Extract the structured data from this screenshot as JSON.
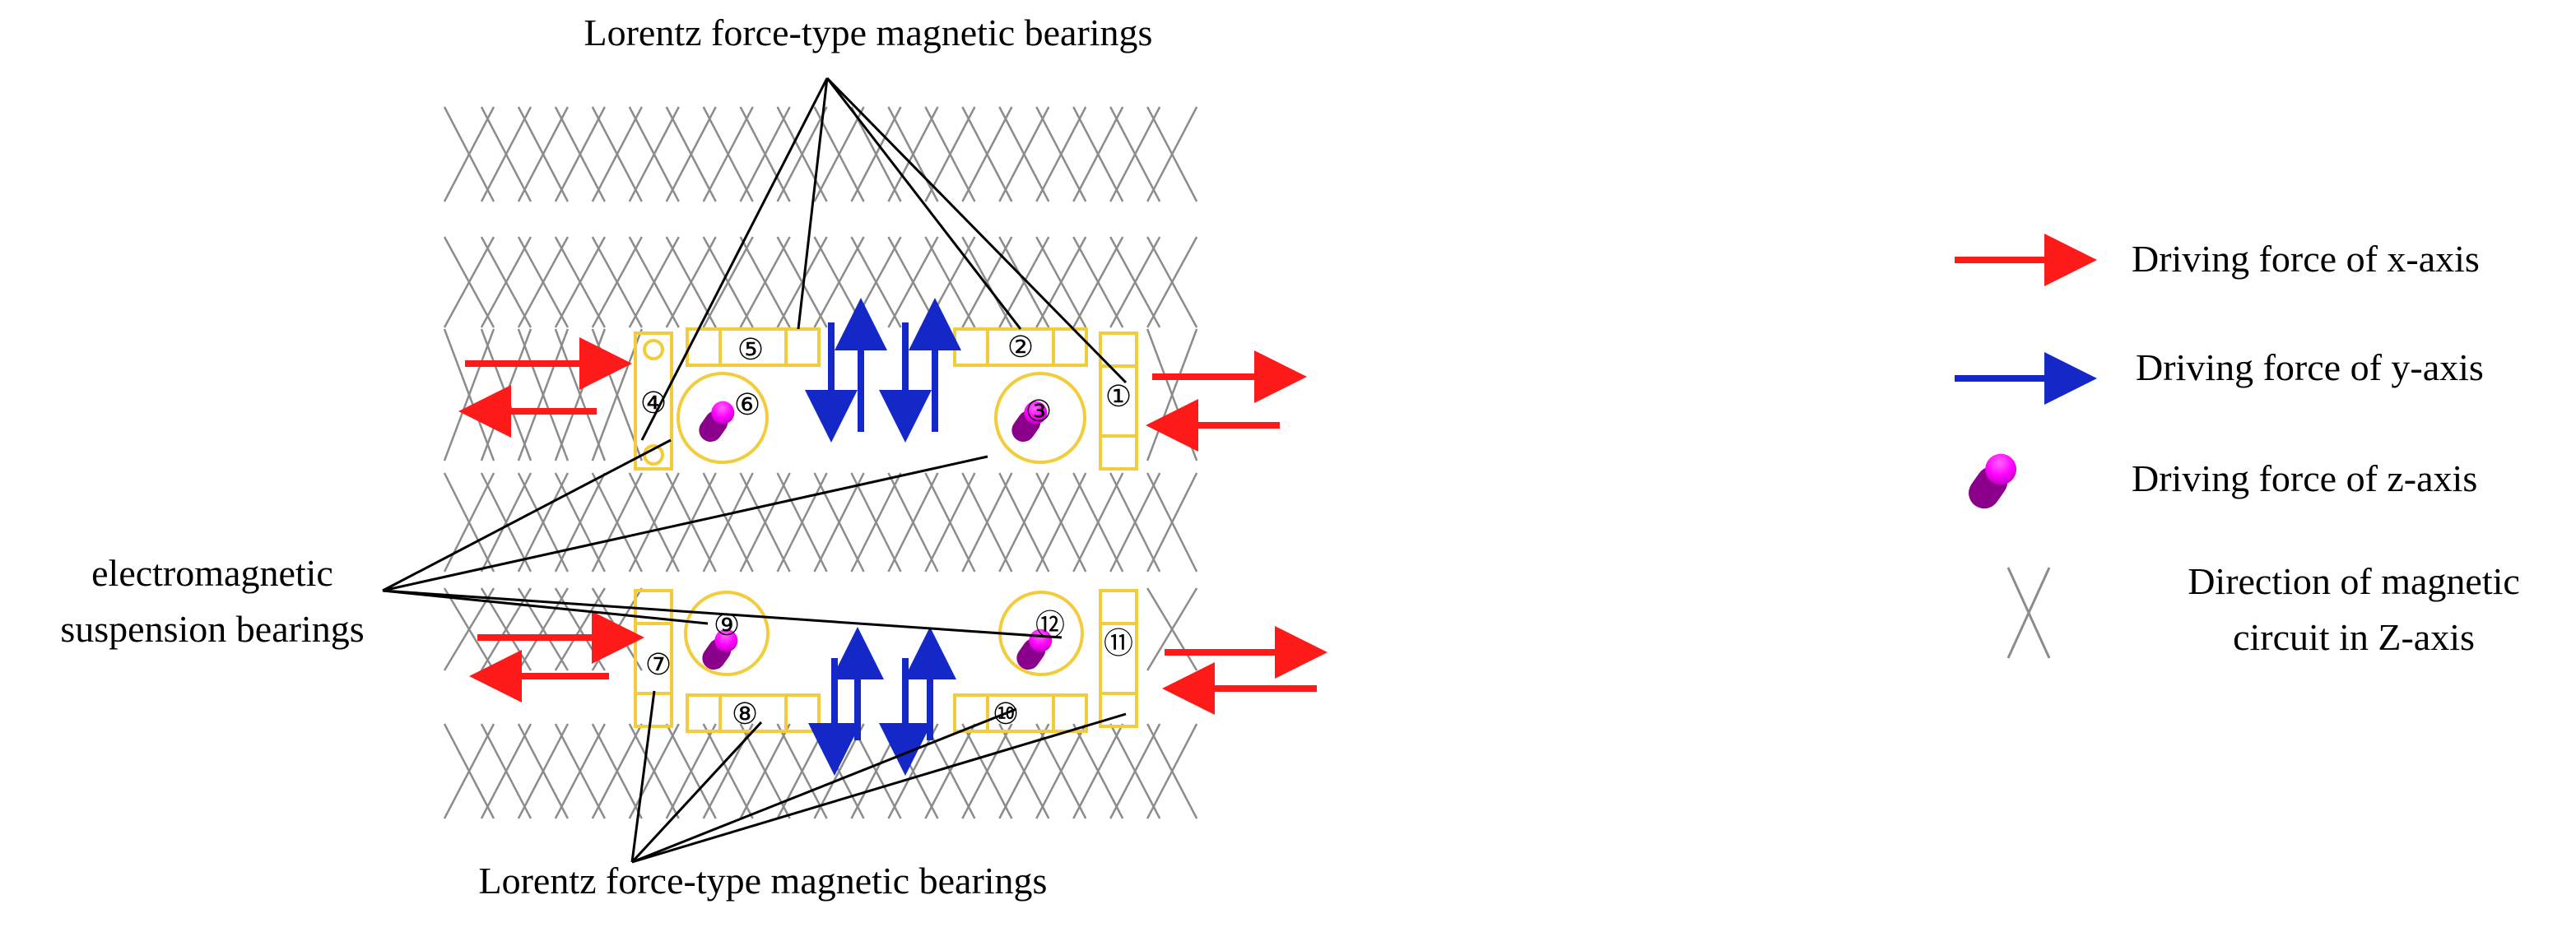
{
  "diagram": {
    "top_label": "Lorentz force-type magnetic bearings",
    "bottom_label": "Lorentz force-type magnetic bearings",
    "left_label_line1": "electromagnetic",
    "left_label_line2": "suspension bearings",
    "bearing_numbers": [
      "①",
      "②",
      "③",
      "④",
      "⑤",
      "⑥",
      "⑦",
      "⑧",
      "⑨",
      "⑩",
      "⑪",
      "⑫"
    ]
  },
  "legend": {
    "x_axis": "Driving force of x-axis",
    "y_axis": "Driving force of y-axis",
    "z_axis": "Driving force of z-axis",
    "z_circuit_line1": "Direction of magnetic",
    "z_circuit_line2": "circuit in Z-axis"
  },
  "colors": {
    "x_force": "#ff1a1a",
    "y_force": "#1428c8",
    "z_force_light": "#ff00ff",
    "z_force_dark": "#8b008b",
    "bearing_outline": "#f2cc3a",
    "cross": "#8c8c8c",
    "leader": "#000000"
  },
  "icons": {
    "x_force": "red-arrow-icon",
    "y_force": "blue-arrow-icon",
    "z_force": "magenta-cylinder-icon",
    "z_circuit": "x-cross-icon"
  }
}
